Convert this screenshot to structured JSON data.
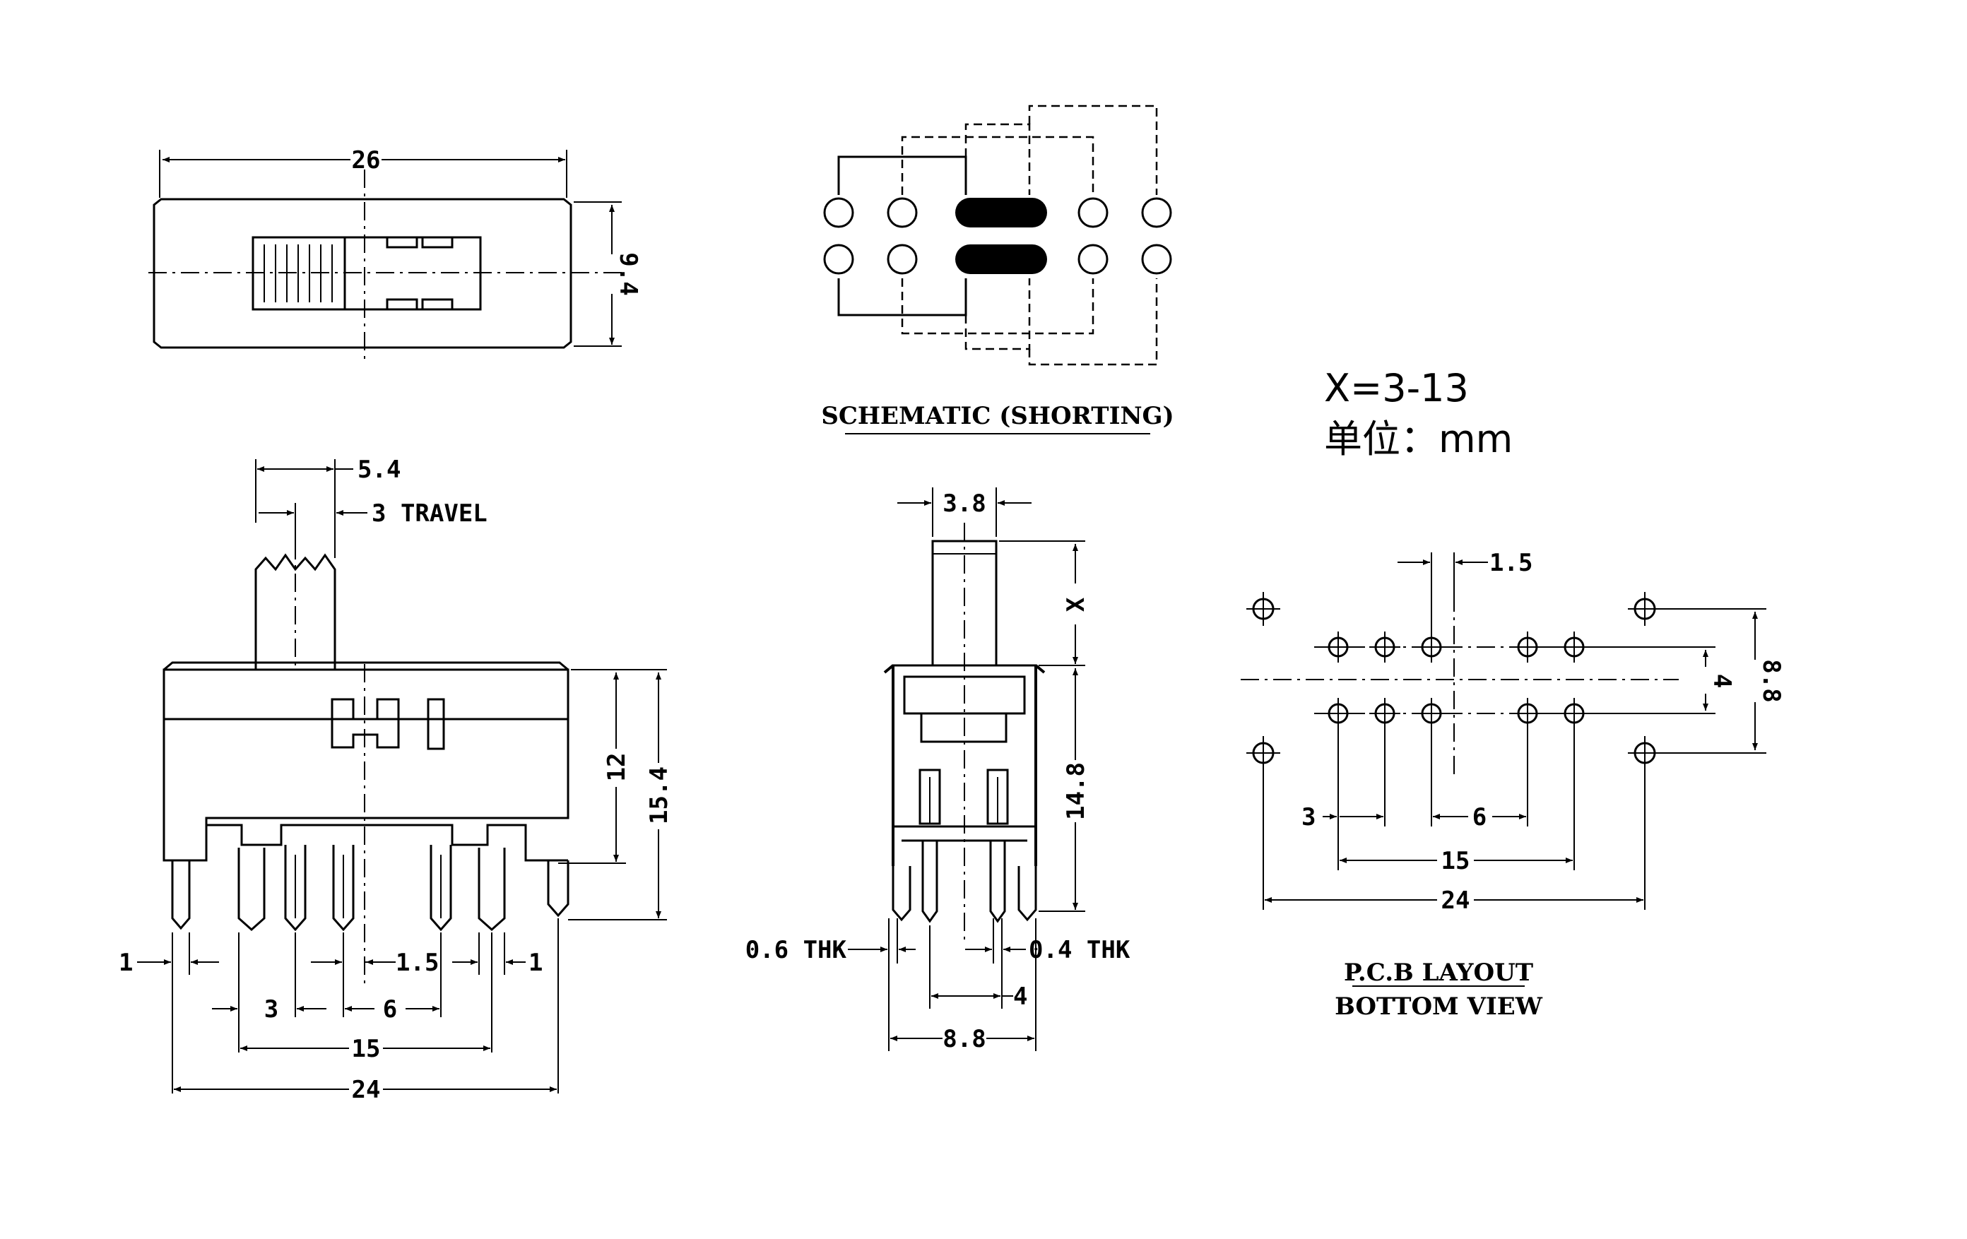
{
  "top_view": {
    "width_label": "26",
    "height_label": "9.4"
  },
  "schematic": {
    "title": "SCHEMATIC (SHORTING)"
  },
  "notes": {
    "x_range": "X=3-13",
    "unit": "单位：mm"
  },
  "front_view": {
    "actuator_width": "5.4",
    "travel": "3 TRAVEL",
    "body_height": "12",
    "total_height": "15.4",
    "left_pin_offset": "1",
    "right_pin_offset": "1",
    "center_pitch": "1.5",
    "pitch_3": "3",
    "pitch_6": "6",
    "span_15": "15",
    "span_24": "24"
  },
  "side_view": {
    "actuator_width": "3.8",
    "actuator_length": "X",
    "body_height": "14.8",
    "frame_thickness": "0.6 THK",
    "pin_thickness": "0.4 THK",
    "pin_spacing": "4",
    "body_depth": "8.8"
  },
  "pcb_layout": {
    "title": "P.C.B LAYOUT",
    "subtitle": "BOTTOM VIEW",
    "offset": "1.5",
    "row_spacing": "4",
    "mount_spacing": "8.8",
    "pitch_3": "3",
    "pitch_6": "6",
    "span_15": "15",
    "span_24": "24"
  }
}
